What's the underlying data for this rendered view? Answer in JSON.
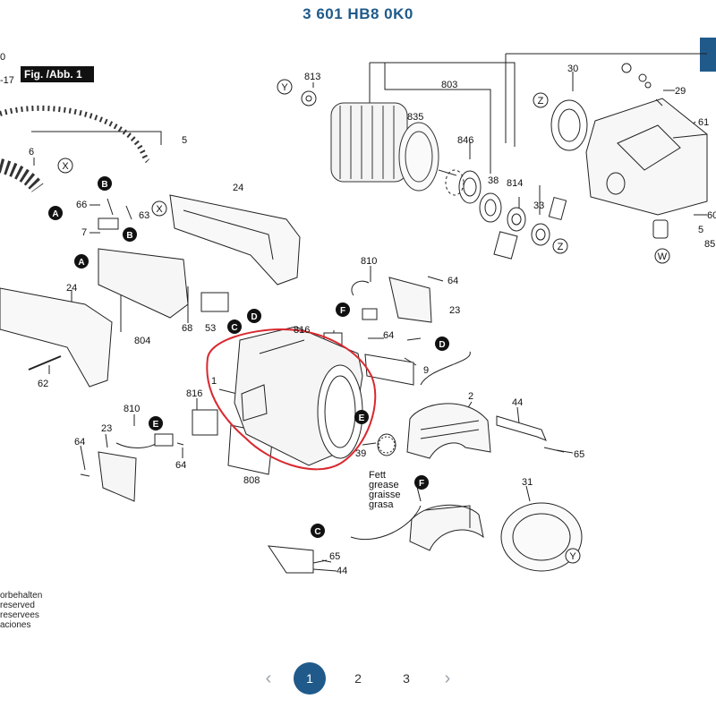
{
  "header": {
    "title": "3 601 HB8 0K0"
  },
  "figure": {
    "badge": "Fig. /Abb. 1",
    "edge_fragments": [
      "0",
      "-17"
    ],
    "part_numbers": {
      "p813": "813",
      "p803": "803",
      "p835": "835",
      "p846": "846",
      "p38": "38",
      "p814": "814",
      "p33": "33",
      "p30": "30",
      "p29": "29",
      "p61": "61",
      "p60": "60",
      "p5a": "5",
      "p85": "85",
      "p5": "5",
      "p6": "6",
      "p66": "66",
      "p63": "63",
      "p7": "7",
      "p24a": "24",
      "p24b": "24",
      "p804": "804",
      "p68": "68",
      "p53": "53",
      "p62": "62",
      "p1": "1",
      "p810a": "810",
      "p64a": "64",
      "p23a": "23",
      "p816a": "816",
      "p64b": "64",
      "p9": "9",
      "p816b": "816",
      "p810b": "810",
      "p23b": "23",
      "p64c": "64",
      "p64d": "64",
      "p808": "808",
      "p39": "39",
      "p2": "2",
      "p44a": "44",
      "p65a": "65",
      "p31": "31",
      "p65b": "65",
      "p44b": "44"
    },
    "markers": {
      "Y": "Y",
      "Z": "Z",
      "X": "X",
      "B": "B",
      "A": "A",
      "C": "C",
      "D": "D",
      "E": "E",
      "F": "F",
      "W": "W"
    },
    "grease_note": [
      "Fett",
      "grease",
      "graisse",
      "grasa"
    ]
  },
  "disclaimer": {
    "lines": [
      "orbehalten",
      "reserved",
      "reservees",
      "aciones"
    ]
  },
  "pagination": {
    "prev_icon": "chevron-left-icon",
    "next_icon": "chevron-right-icon",
    "prev_glyph": "‹",
    "next_glyph": "›",
    "pages": [
      "1",
      "2",
      "3"
    ],
    "current": "1"
  },
  "colors": {
    "brand": "#1f5a8a",
    "highlight_outline": "#d9282f"
  }
}
